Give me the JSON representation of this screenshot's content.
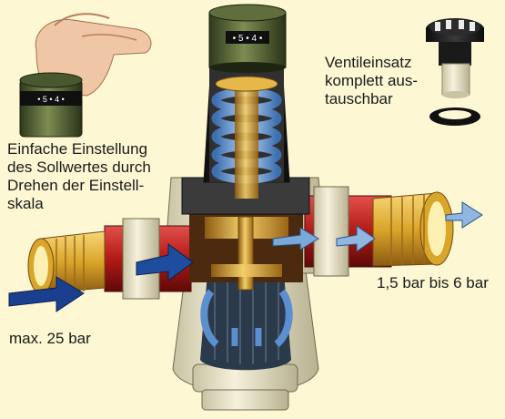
{
  "labels": {
    "einstellung": [
      "Einfache Einstellung",
      "des Sollwertes durch",
      "Drehen der Einstell-",
      "skala"
    ],
    "ventileinsatz": [
      "Ventileinsatz",
      "komplett aus-",
      "tauschbar"
    ],
    "outlet_pressure": "1,5 bar bis 6 bar",
    "inlet_pressure": "max. 25 bar"
  },
  "colors": {
    "background": "#fdf7d4",
    "brass": "#d9a52a",
    "cap_green": "#5a6a3a",
    "body_red": "#b21a16",
    "inlet_arrow": "#1a3f8f",
    "outlet_arrow": "#8fb7e0",
    "spring": "#7aa9d8"
  }
}
